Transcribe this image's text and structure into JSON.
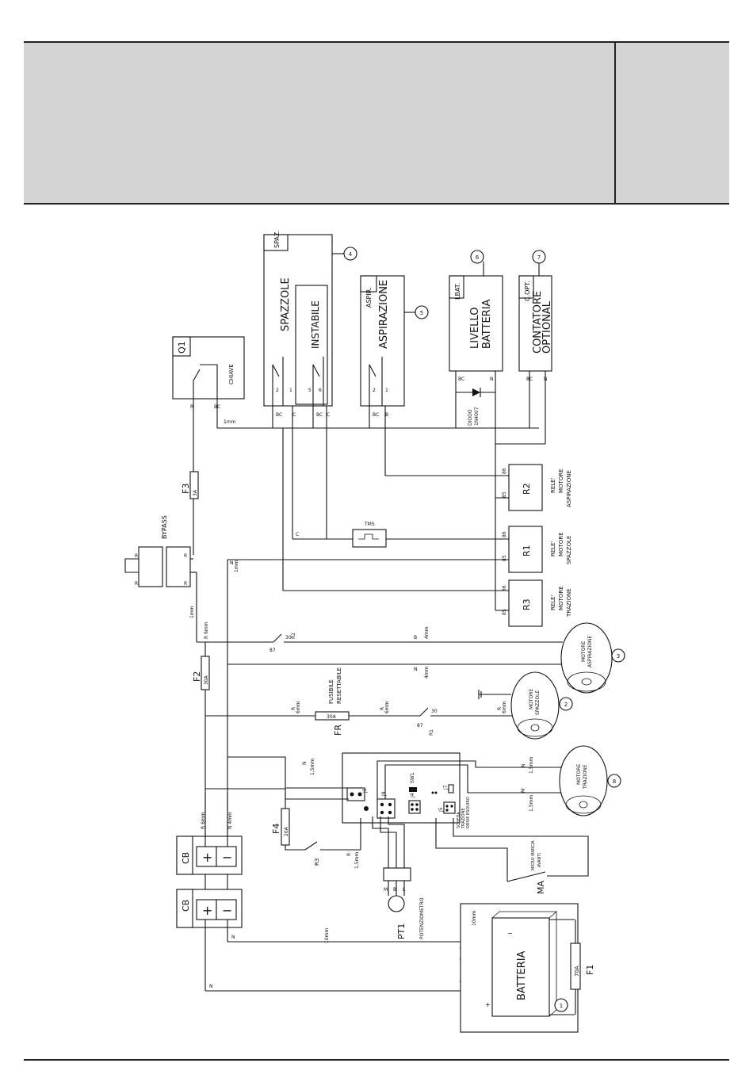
{
  "header": {
    "main_text": "",
    "side_text": ""
  },
  "labels": {
    "spaz_tag": "SPAZ.",
    "spazzole": "SPAZZOLE",
    "instabile": "INSTABILE",
    "aspir_tag": "ASPIR.",
    "aspirazione": "ASPIRAZIONE",
    "lbat_tag": "LBAT.",
    "livello": "LIVELLO",
    "batteria_l": "BATTERIA",
    "copt_tag": "C.OPT.",
    "contatore": "CONTATORE",
    "optional": "OPTIONAL",
    "q1": "Q1",
    "chiave": "CHIAVE",
    "diodo": "DIODO",
    "diodo_code": "1N4007",
    "bypass": "BYPASS",
    "f3": "F3",
    "f3_val": "3A",
    "f2": "F2",
    "f2_val": "30A",
    "f4": "F4",
    "f4_val": "20A",
    "fr": "FR",
    "fr_val": "30A",
    "fusibile": "FUSIBILE",
    "resettabile": "RESETTABILE",
    "tms": "TMS",
    "r1": "R1",
    "r2": "R2",
    "r3": "R3",
    "rele": "RELE'",
    "motore": "MOTORE",
    "aspirazione_sm": "ASPIRAZIONE",
    "spazzole_sm": "SPAZZOLE",
    "trazione": "TRAZIONE",
    "cb": "CB",
    "pt1": "PT1",
    "potenziometro": "POTENZIOMETRO",
    "ma": "MA",
    "micro": "MICRO MARCIA",
    "avanti": "AVANTI",
    "batteria": "BATTERIA",
    "f1": "F1",
    "f1_val": "70A",
    "scheda": "SCHEDA",
    "trazione_sm": "TRAZIONE",
    "drive": "DRIVE ESQUIRO",
    "sw1": "SW1",
    "j1": "J1",
    "j4": "J4",
    "j5": "J5",
    "j7": "J7",
    "j9": "J9"
  },
  "wire_labels": {
    "R": "R",
    "BC": "BC",
    "C": "C",
    "B": "B",
    "N": "N",
    "M": "M",
    "L": "L",
    "mm1": "1mm",
    "mm4": "4mm",
    "mm6": "6mm",
    "mm15": "1,5mm",
    "mm10": "10mm",
    "r6mm": "R 6mm",
    "n4mm": "N 4mm",
    "t30": "30",
    "t87": "87",
    "t85": "85",
    "t86": "86",
    "p1": "1",
    "p2": "2",
    "p5": "5",
    "p6": "6",
    "p3": "3",
    "p4": "4",
    "plus": "+",
    "minus": "−"
  },
  "callouts": [
    "1",
    "2",
    "3",
    "4",
    "5",
    "6",
    "7",
    "8"
  ]
}
